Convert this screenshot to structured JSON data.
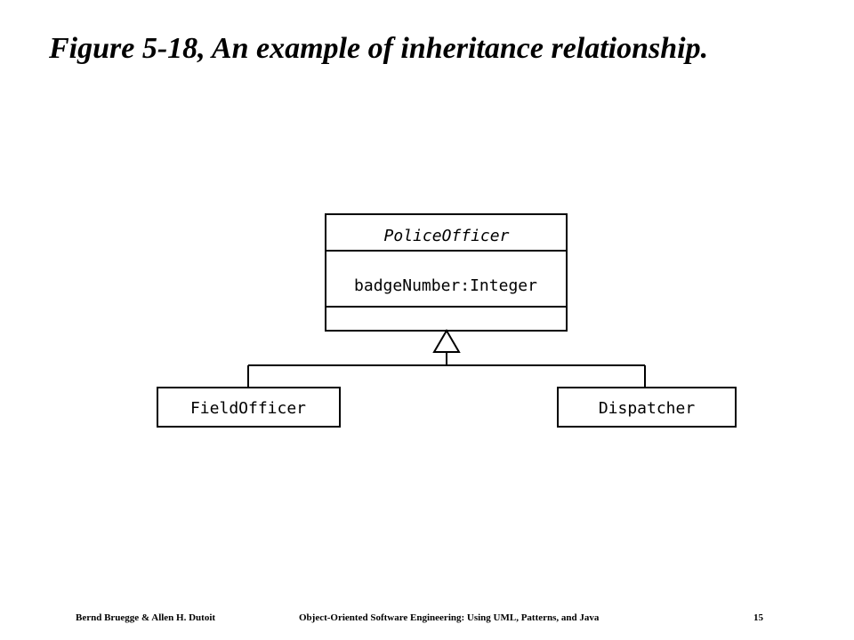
{
  "slide": {
    "title": "Figure 5-18, An example of inheritance relationship."
  },
  "diagram": {
    "superclass": {
      "name": "PoliceOfficer",
      "attribute": "badgeNumber:Integer"
    },
    "subclasses": [
      {
        "name": "FieldOfficer"
      },
      {
        "name": "Dispatcher"
      }
    ]
  },
  "footer": {
    "authors": "Bernd Bruegge & Allen H. Dutoit",
    "book": "Object-Oriented Software Engineering: Using UML, Patterns, and Java",
    "page": "15"
  }
}
